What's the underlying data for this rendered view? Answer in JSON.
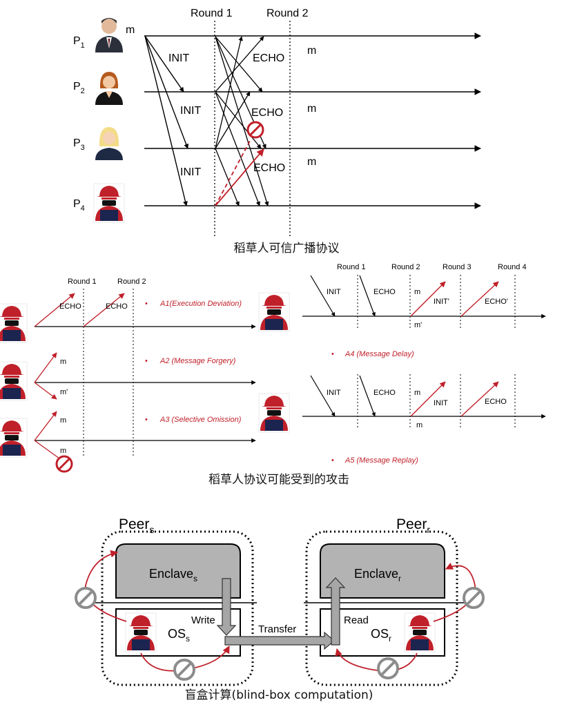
{
  "colors": {
    "attack_red": "#c0202a",
    "line": "#000000",
    "enclave_gray": "#b3b3b3",
    "pipe_gray": "#a6a6a6"
  },
  "top": {
    "round1": "Round 1",
    "round2": "Round 2",
    "p_prefix": "P",
    "p_subs": [
      "1",
      "2",
      "3",
      "4"
    ],
    "m": "m",
    "init": "INIT",
    "echo": "ECHO",
    "caption": "稻草人可信广播协议"
  },
  "mid": {
    "left_round1": "Round 1",
    "left_round2": "Round 2",
    "echo": "ECHO",
    "m": "m",
    "m_prime": "m'",
    "bullet": "•",
    "a1": "A1(Execution Deviation)",
    "a2": "A2 (Message Forgery)",
    "a3": "A3 (Selective Omission)",
    "right_rounds": [
      "Round 1",
      "Round 2",
      "Round 3",
      "Round 4"
    ],
    "init": "INIT",
    "init_prime": "INIT'",
    "echo_prime": "ECHO'",
    "a4": "A4 (Message Delay)",
    "a5": "A5 (Message Replay)",
    "caption": "稻草人协议可能受到的攻击"
  },
  "bottom": {
    "peer": "Peer",
    "sub_s": "s",
    "sub_r": "r",
    "enclave": "Enclave",
    "os": "OS",
    "write": "Write",
    "read": "Read",
    "transfer": "Transfer",
    "caption": "盲盒计算(blind-box computation)"
  }
}
